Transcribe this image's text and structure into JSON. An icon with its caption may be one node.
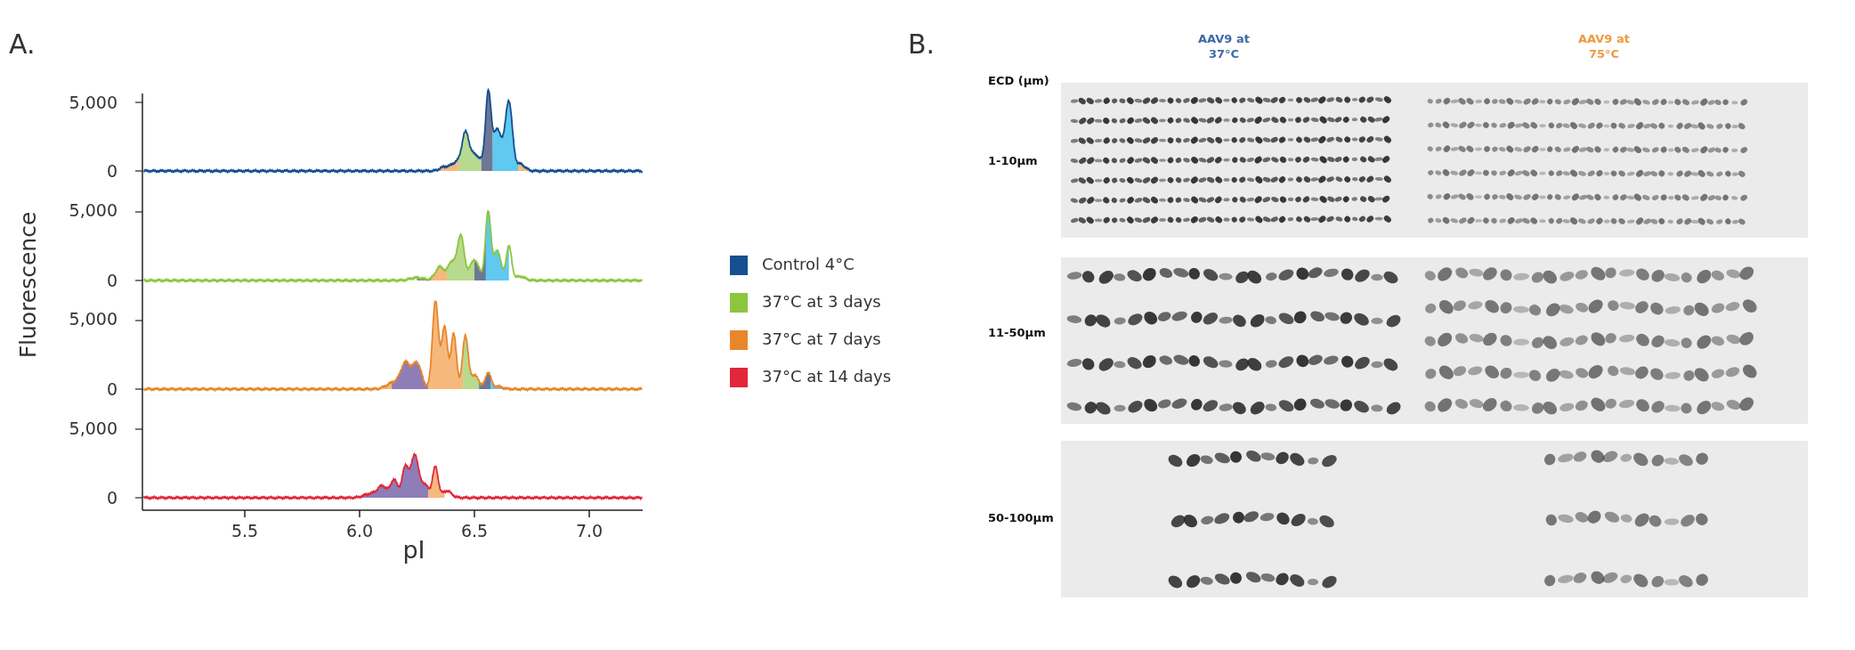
{
  "diagram": {
    "labels": [
      "A.",
      "5,000",
      "0",
      "5,000",
      "0",
      "5,000",
      "0",
      "5,000",
      "0",
      "Fluorescence",
      "5.5",
      "6.0",
      "6.5",
      "7.0",
      "pI",
      "B.",
      "AAV9 at 37°C",
      "AAV9 at 75°C",
      "ECD (µm)",
      "1-10µm",
      "11-50µm",
      "50-100µm"
    ],
    "legend": [
      {
        "text": "Control 4°C",
        "color": "#154f8f"
      },
      {
        "text": "37°C at 3 days",
        "color": "#8cc63f"
      },
      {
        "text": "37°C at 7 days",
        "color": "#e8862b"
      },
      {
        "text": "37°C at 14 days",
        "color": "#e2273a"
      }
    ]
  }
}
